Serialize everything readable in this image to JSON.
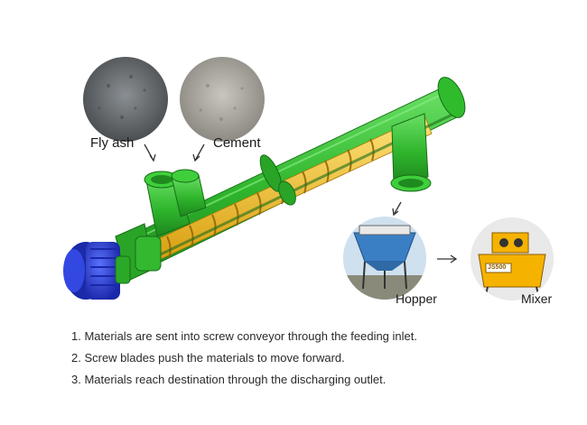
{
  "materials": {
    "fly_ash_label": "Fly ash",
    "cement_label": "Cement"
  },
  "destinations": {
    "hopper_label": "Hopper",
    "mixer_label": "Mixer",
    "hopper_plate_text": "",
    "mixer_plate_text": "JS500"
  },
  "steps": [
    "1. Materials are sent into screw conveyor through the feeding inlet.",
    "2.  Screw blades push the materials to move forward.",
    "3. Materials reach destination through the discharging outlet."
  ],
  "colors": {
    "conveyor_green": "#3dc13a",
    "conveyor_dark_green": "#1f8a1f",
    "screw_yellow": "#f2c429",
    "motor_blue": "#2a3fd6",
    "fly_ash_gray": "#5d6266",
    "cement_gray": "#a3a19b",
    "mixer_yellow": "#f5b300",
    "hopper_blue": "#3a7fc4"
  },
  "icons": [
    "arrow-down-icon",
    "arrow-right-icon"
  ]
}
